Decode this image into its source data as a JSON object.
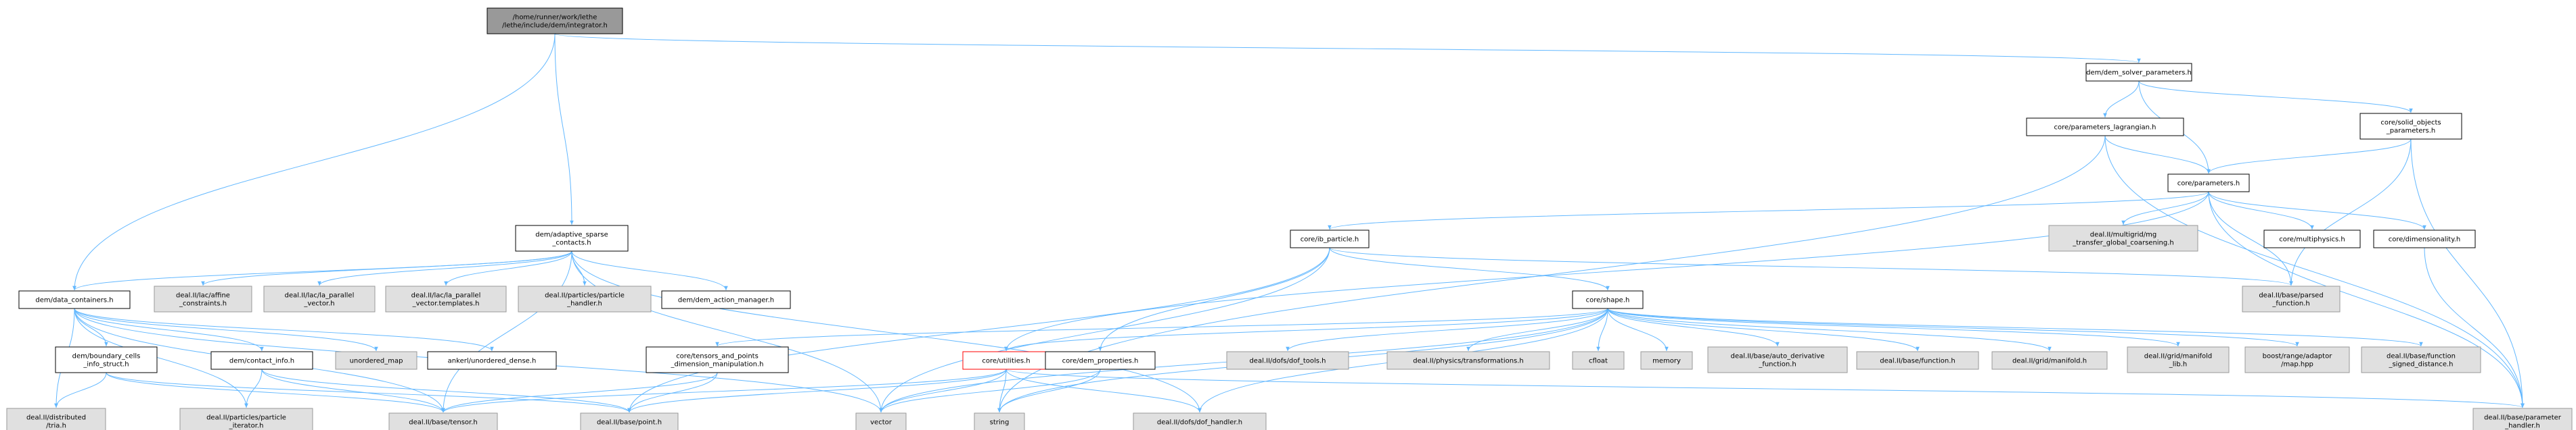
{
  "colors": {
    "edge": "#63b8ff",
    "root_fill": "#999999",
    "node_fill": "#ffffff",
    "node_border": "#000000",
    "external_fill": "#e0e0e0",
    "external_border": "#999999",
    "highlight_border": "#ff0000"
  },
  "nodes": {
    "root": {
      "lines": [
        "/home/runner/work/lethe",
        "/lethe/include/dem/integrator.h"
      ],
      "style": "root"
    },
    "dem_solver_parameters": {
      "lines": [
        "dem/dem_solver_parameters.h"
      ],
      "style": "normal"
    },
    "parameters_lagrangian": {
      "lines": [
        "core/parameters_lagrangian.h"
      ],
      "style": "normal"
    },
    "solid_objects_parameters": {
      "lines": [
        "core/solid_objects",
        "_parameters.h"
      ],
      "style": "normal"
    },
    "parameters": {
      "lines": [
        "core/parameters.h"
      ],
      "style": "normal"
    },
    "adaptive_sparse_contacts": {
      "lines": [
        "dem/adaptive_sparse",
        "_contacts.h"
      ],
      "style": "normal"
    },
    "ib_particle": {
      "lines": [
        "core/ib_particle.h"
      ],
      "style": "normal"
    },
    "multigrid": {
      "lines": [
        "deal.II/multigrid/mg",
        "_transfer_global_coarsening.h"
      ],
      "style": "external"
    },
    "multiphysics": {
      "lines": [
        "core/multiphysics.h"
      ],
      "style": "normal"
    },
    "dimensionality": {
      "lines": [
        "core/dimensionality.h"
      ],
      "style": "normal"
    },
    "data_containers": {
      "lines": [
        "dem/data_containers.h"
      ],
      "style": "normal"
    },
    "affine_constraints": {
      "lines": [
        "deal.II/lac/affine",
        "_constraints.h"
      ],
      "style": "external"
    },
    "la_parallel_vector": {
      "lines": [
        "deal.II/lac/la_parallel",
        "_vector.h"
      ],
      "style": "external"
    },
    "la_parallel_vector_templates": {
      "lines": [
        "deal.II/lac/la_parallel",
        "_vector.templates.h"
      ],
      "style": "external"
    },
    "particle_handler": {
      "lines": [
        "deal.II/particles/particle",
        "_handler.h"
      ],
      "style": "external"
    },
    "dem_action_manager": {
      "lines": [
        "dem/dem_action_manager.h"
      ],
      "style": "normal"
    },
    "shape": {
      "lines": [
        "core/shape.h"
      ],
      "style": "normal"
    },
    "parsed_function": {
      "lines": [
        "deal.II/base/parsed",
        "_function.h"
      ],
      "style": "external"
    },
    "boundary_cells_info": {
      "lines": [
        "dem/boundary_cells",
        "_info_struct.h"
      ],
      "style": "normal"
    },
    "contact_info": {
      "lines": [
        "dem/contact_info.h"
      ],
      "style": "normal"
    },
    "unordered_map": {
      "lines": [
        "unordered_map"
      ],
      "style": "external"
    },
    "ankerl": {
      "lines": [
        "ankerl/unordered_dense.h"
      ],
      "style": "normal"
    },
    "tensors_points": {
      "lines": [
        "core/tensors_and_points",
        "_dimension_manipulation.h"
      ],
      "style": "normal"
    },
    "utilities": {
      "lines": [
        "core/utilities.h"
      ],
      "style": "highlight"
    },
    "dem_properties": {
      "lines": [
        "core/dem_properties.h"
      ],
      "style": "normal"
    },
    "dof_tools": {
      "lines": [
        "deal.II/dofs/dof_tools.h"
      ],
      "style": "external"
    },
    "transformations": {
      "lines": [
        "deal.II/physics/transformations.h"
      ],
      "style": "external"
    },
    "cfloat": {
      "lines": [
        "cfloat"
      ],
      "style": "external"
    },
    "memory": {
      "lines": [
        "memory"
      ],
      "style": "external"
    },
    "auto_derivative": {
      "lines": [
        "deal.II/base/auto_derivative",
        "_function.h"
      ],
      "style": "external"
    },
    "function": {
      "lines": [
        "deal.II/base/function.h"
      ],
      "style": "external"
    },
    "manifold": {
      "lines": [
        "deal.II/grid/manifold.h"
      ],
      "style": "external"
    },
    "manifold_lib": {
      "lines": [
        "deal.II/grid/manifold",
        "_lib.h"
      ],
      "style": "external"
    },
    "boost_adaptor": {
      "lines": [
        "boost/range/adaptor",
        "/map.hpp"
      ],
      "style": "external"
    },
    "signed_distance": {
      "lines": [
        "deal.II/base/function",
        "_signed_distance.h"
      ],
      "style": "external"
    },
    "tria": {
      "lines": [
        "deal.II/distributed",
        "/tria.h"
      ],
      "style": "external"
    },
    "particle_iterator": {
      "lines": [
        "deal.II/particles/particle",
        "_iterator.h"
      ],
      "style": "external"
    },
    "tensor": {
      "lines": [
        "deal.II/base/tensor.h"
      ],
      "style": "external"
    },
    "point": {
      "lines": [
        "deal.II/base/point.h"
      ],
      "style": "external"
    },
    "vector": {
      "lines": [
        "vector"
      ],
      "style": "external"
    },
    "string": {
      "lines": [
        "string"
      ],
      "style": "external"
    },
    "dof_handler": {
      "lines": [
        "deal.II/dofs/dof_handler.h"
      ],
      "style": "external"
    },
    "parameter_handler": {
      "lines": [
        "deal.II/base/parameter",
        "_handler.h"
      ],
      "style": "external"
    }
  },
  "edges": [
    [
      "root",
      "dem_solver_parameters"
    ],
    [
      "root",
      "adaptive_sparse_contacts"
    ],
    [
      "root",
      "data_containers"
    ],
    [
      "dem_solver_parameters",
      "parameters_lagrangian"
    ],
    [
      "dem_solver_parameters",
      "parameters"
    ],
    [
      "dem_solver_parameters",
      "solid_objects_parameters"
    ],
    [
      "parameters_lagrangian",
      "parameters"
    ],
    [
      "parameters_lagrangian",
      "string"
    ],
    [
      "parameters_lagrangian",
      "parameter_handler"
    ],
    [
      "solid_objects_parameters",
      "parameters"
    ],
    [
      "solid_objects_parameters",
      "parsed_function"
    ],
    [
      "solid_objects_parameters",
      "parameter_handler"
    ],
    [
      "parameters",
      "ib_particle"
    ],
    [
      "parameters",
      "multigrid"
    ],
    [
      "parameters",
      "multiphysics"
    ],
    [
      "parameters",
      "dimensionality"
    ],
    [
      "parameters",
      "parsed_function"
    ],
    [
      "parameters",
      "utilities"
    ],
    [
      "parameters",
      "parameter_handler"
    ],
    [
      "dimensionality",
      "parameter_handler"
    ],
    [
      "adaptive_sparse_contacts",
      "data_containers"
    ],
    [
      "adaptive_sparse_contacts",
      "affine_constraints"
    ],
    [
      "adaptive_sparse_contacts",
      "la_parallel_vector"
    ],
    [
      "adaptive_sparse_contacts",
      "la_parallel_vector_templates"
    ],
    [
      "adaptive_sparse_contacts",
      "particle_handler"
    ],
    [
      "adaptive_sparse_contacts",
      "dem_action_manager"
    ],
    [
      "adaptive_sparse_contacts",
      "tensor"
    ],
    [
      "adaptive_sparse_contacts",
      "vector"
    ],
    [
      "adaptive_sparse_contacts",
      "dof_handler"
    ],
    [
      "ib_particle",
      "shape"
    ],
    [
      "ib_particle",
      "dem_properties"
    ],
    [
      "ib_particle",
      "parsed_function"
    ],
    [
      "ib_particle",
      "point"
    ],
    [
      "ib_particle",
      "vector"
    ],
    [
      "data_containers",
      "boundary_cells_info"
    ],
    [
      "data_containers",
      "contact_info"
    ],
    [
      "data_containers",
      "unordered_map"
    ],
    [
      "data_containers",
      "ankerl"
    ],
    [
      "data_containers",
      "tria"
    ],
    [
      "data_containers",
      "particle_iterator"
    ],
    [
      "data_containers",
      "tensor"
    ],
    [
      "data_containers",
      "vector"
    ],
    [
      "boundary_cells_info",
      "tria"
    ],
    [
      "boundary_cells_info",
      "tensor"
    ],
    [
      "boundary_cells_info",
      "point"
    ],
    [
      "contact_info",
      "particle_iterator"
    ],
    [
      "contact_info",
      "tensor"
    ],
    [
      "contact_info",
      "point"
    ],
    [
      "shape",
      "tensors_points"
    ],
    [
      "shape",
      "utilities"
    ],
    [
      "shape",
      "dof_tools"
    ],
    [
      "shape",
      "transformations"
    ],
    [
      "shape",
      "cfloat"
    ],
    [
      "shape",
      "memory"
    ],
    [
      "shape",
      "auto_derivative"
    ],
    [
      "shape",
      "function"
    ],
    [
      "shape",
      "manifold"
    ],
    [
      "shape",
      "manifold_lib"
    ],
    [
      "shape",
      "boost_adaptor"
    ],
    [
      "shape",
      "signed_distance"
    ],
    [
      "shape",
      "dof_handler"
    ],
    [
      "shape",
      "vector"
    ],
    [
      "shape",
      "string"
    ],
    [
      "tensors_points",
      "tensor"
    ],
    [
      "tensors_points",
      "point"
    ],
    [
      "utilities",
      "tensor"
    ],
    [
      "utilities",
      "point"
    ],
    [
      "utilities",
      "vector"
    ],
    [
      "utilities",
      "string"
    ],
    [
      "utilities",
      "dof_handler"
    ],
    [
      "utilities",
      "parameter_handler"
    ],
    [
      "dem_properties",
      "vector"
    ],
    [
      "dem_properties",
      "string"
    ]
  ]
}
